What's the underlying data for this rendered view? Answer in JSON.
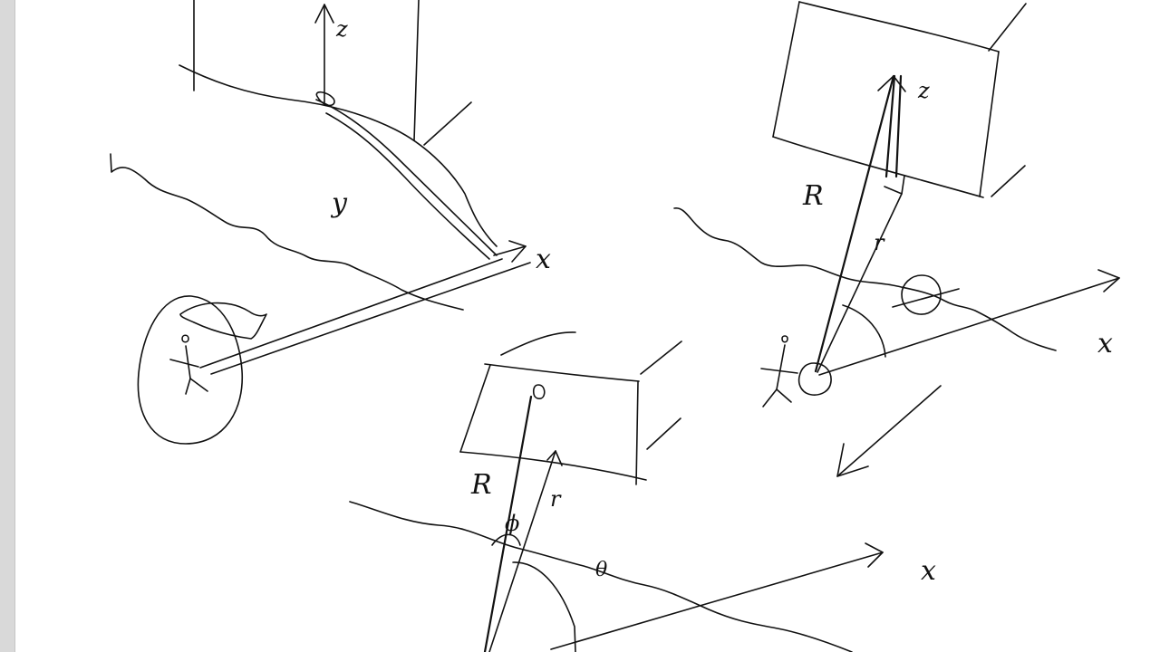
{
  "labels": {
    "left_z": "z",
    "left_y": "y",
    "left_x": "x",
    "right_z": "z",
    "right_R": "R",
    "right_r": "r",
    "right_x": "x",
    "bottom_R": "R",
    "bottom_phi": "ϕ",
    "bottom_r": "r",
    "bottom_theta": "θ",
    "bottom_x": "x"
  },
  "colors": {
    "ink": "#111111",
    "paper": "#ffffff",
    "gutter": "#d9d9d9"
  }
}
